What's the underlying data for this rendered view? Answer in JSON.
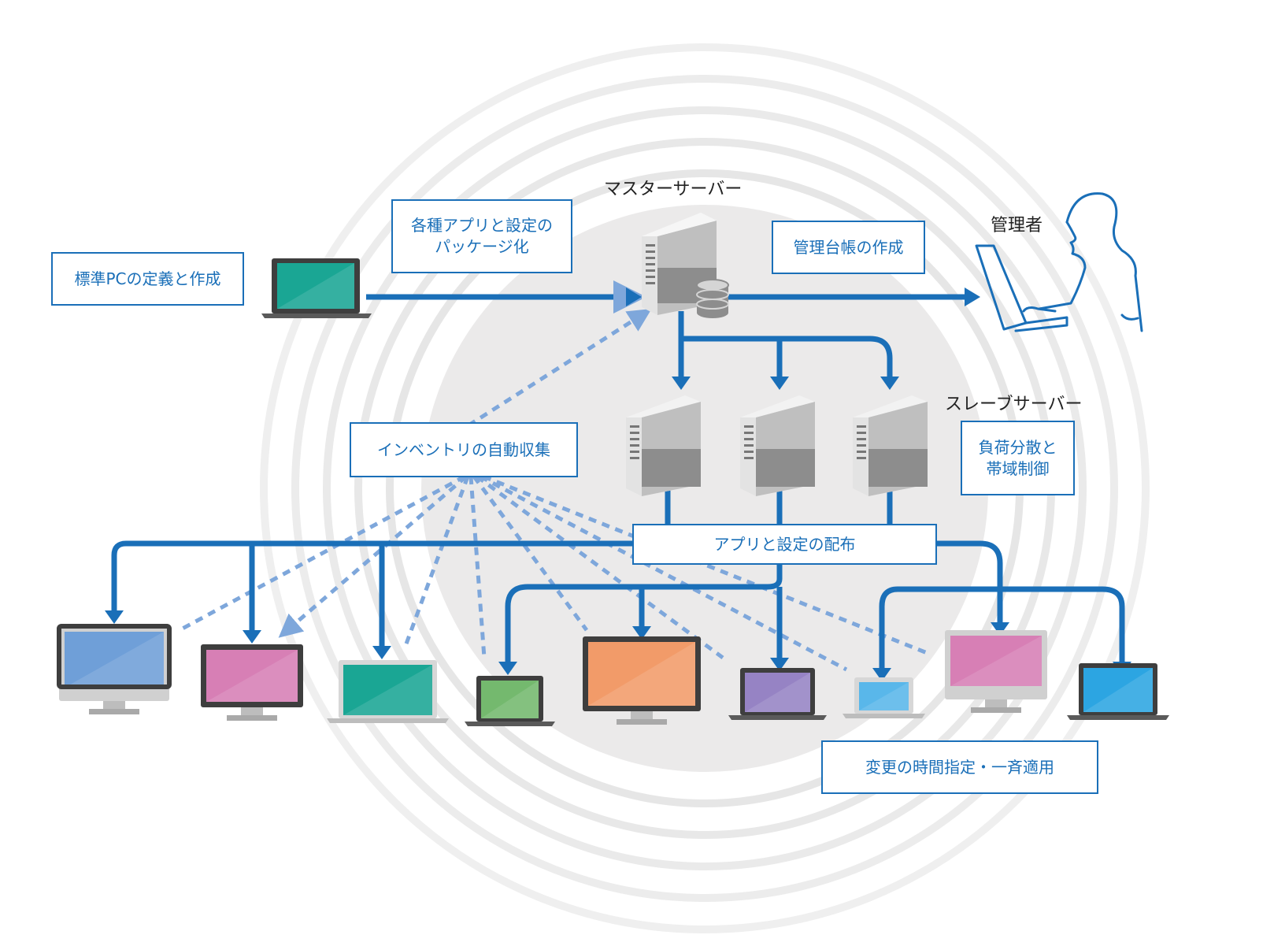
{
  "labels": {
    "master_server": "マスターサーバー",
    "admin": "管理者",
    "slave_servers": "スレーブサーバー"
  },
  "boxes": {
    "standard_pc": "標準PCの定義と作成",
    "packaging": "各種アプリと設定の\nパッケージ化",
    "ledger": "管理台帳の作成",
    "inventory": "インベントリの自動収集",
    "load_balancing": "負荷分散と\n帯域制御",
    "distribution": "アプリと設定の配布",
    "scheduling": "変更の時間指定・一斉適用"
  },
  "colors": {
    "accent": "#1a6fb8",
    "dashed": "#7ea7db",
    "background_rings": "#e9e8e8",
    "server_light": "#d5d5d5",
    "server_dark": "#8d8d8d"
  },
  "devices": [
    {
      "kind": "monitor",
      "screen": "#6f9fd8"
    },
    {
      "kind": "monitor",
      "screen": "#d77fb5"
    },
    {
      "kind": "laptop",
      "screen": "#1aa694"
    },
    {
      "kind": "laptop",
      "screen": "#74b96e"
    },
    {
      "kind": "monitor",
      "screen": "#f29b69"
    },
    {
      "kind": "laptop",
      "screen": "#9683c4"
    },
    {
      "kind": "laptop",
      "screen": "#59b7ea"
    },
    {
      "kind": "monitor",
      "screen": "#d77fb5"
    },
    {
      "kind": "laptop",
      "screen": "#2ca5e2"
    }
  ],
  "source_laptop": {
    "kind": "laptop",
    "screen": "#1aa694"
  }
}
